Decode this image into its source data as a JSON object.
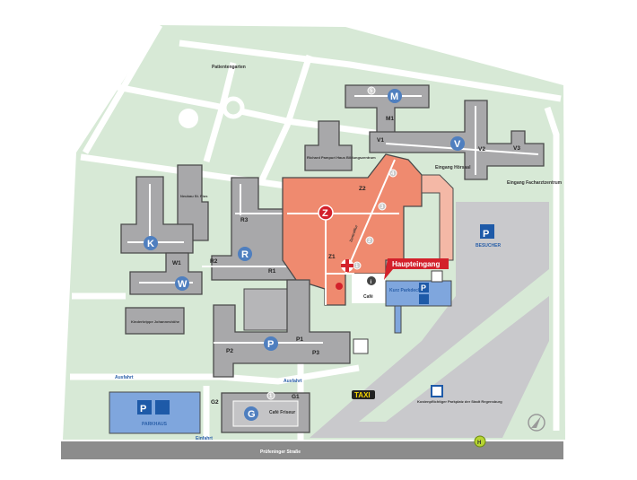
{
  "map": {
    "colors": {
      "lawn": "#d7e9d6",
      "building": "#a8a8aa",
      "central_building": "#ef8a6f",
      "parking": "#7fa6dd",
      "road": "#8c8c8c",
      "accent_red": "#d3212b",
      "marker_blue": "#4f7fbf"
    },
    "areas": {
      "garden": "Patientengarten",
      "pampuri": "Richard Pampuri Haus Bildungszentrum",
      "pius": "Neubau St. Pius",
      "kita": "Kinderkrippe Johanneshöhe",
      "entrance_hoersaal": "Eingang Hörsaal",
      "entrance_fach": "Eingang Facharztzentrum",
      "visitors": "BESUCHER",
      "main_entrance": "Haupteingang",
      "short_park": "Kurz Parkdeck",
      "cafe": "Café",
      "taxi": "TAXI",
      "city_parking": "Kostenpflichtiger Parkplatz der Stadt Regensburg",
      "exit1": "Ausfahrt",
      "exit2": "Ausfahrt",
      "entry": "Einfahrt",
      "parkhaus": "PARKHAUS",
      "cafe_friseur": "Café Friseur",
      "street": "Prüfeninger Straße",
      "corridor": "Zentralflur"
    },
    "building_letters": {
      "m": "M",
      "v": "V",
      "z": "Z",
      "k": "K",
      "r": "R",
      "w": "W",
      "p": "P",
      "g": "G"
    },
    "stair_codes": {
      "m1": "M1",
      "v1": "V1",
      "v2": "V2",
      "v3": "V3",
      "z1": "Z1",
      "z2": "Z2",
      "r1": "R1",
      "r2": "R2",
      "r3": "R3",
      "w1": "W1",
      "p1": "P1",
      "p2": "P2",
      "p3": "P3",
      "g1": "G1",
      "g2": "G2"
    },
    "numbers": {
      "n1": "1",
      "n2": "2",
      "n3": "3",
      "n4": "4",
      "n5": "5",
      "n1b": "1"
    },
    "icons": {
      "parking": "P",
      "info": "i",
      "bus_stop": "H",
      "first_aid": "red-cross",
      "wheelchair": "wheelchair",
      "chapel": "chapel",
      "compass": "north-arrow"
    }
  }
}
